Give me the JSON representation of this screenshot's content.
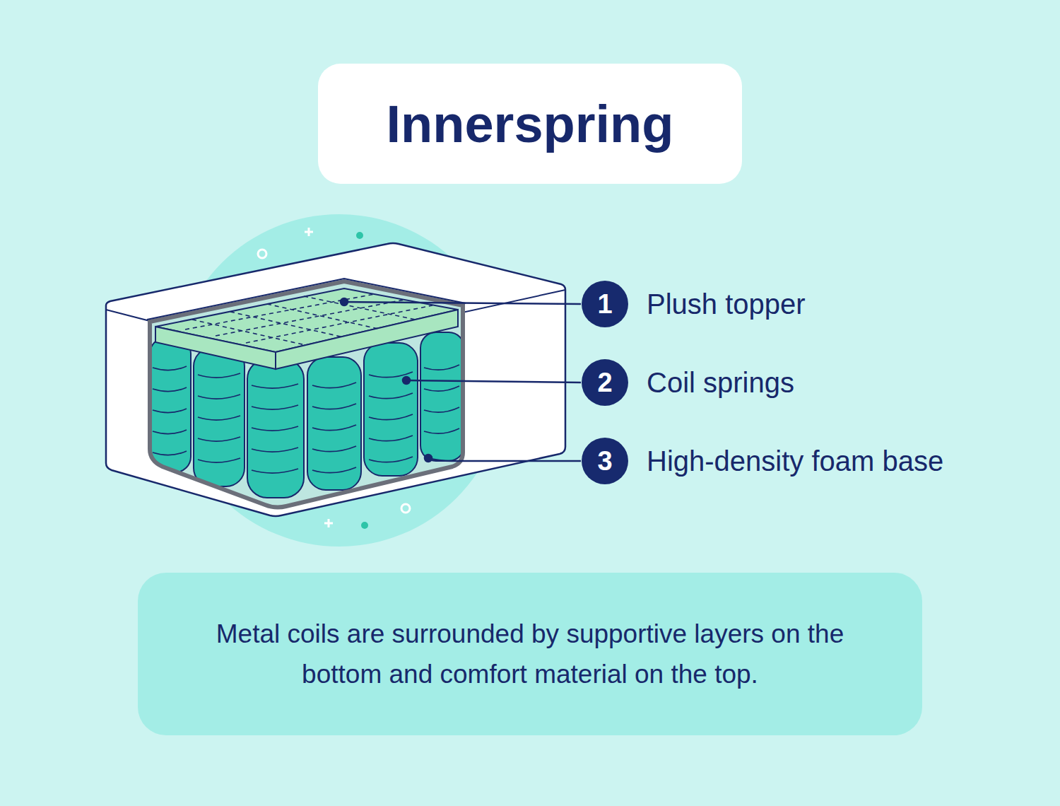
{
  "diagram": {
    "title": "Innerspring",
    "caption": "Metal coils are surrounded by supportive layers on the bottom and comfort material on the top.",
    "labels": [
      "1",
      "Plush topper",
      "2",
      "Coil springs",
      "3",
      "High-density foam base"
    ]
  }
}
